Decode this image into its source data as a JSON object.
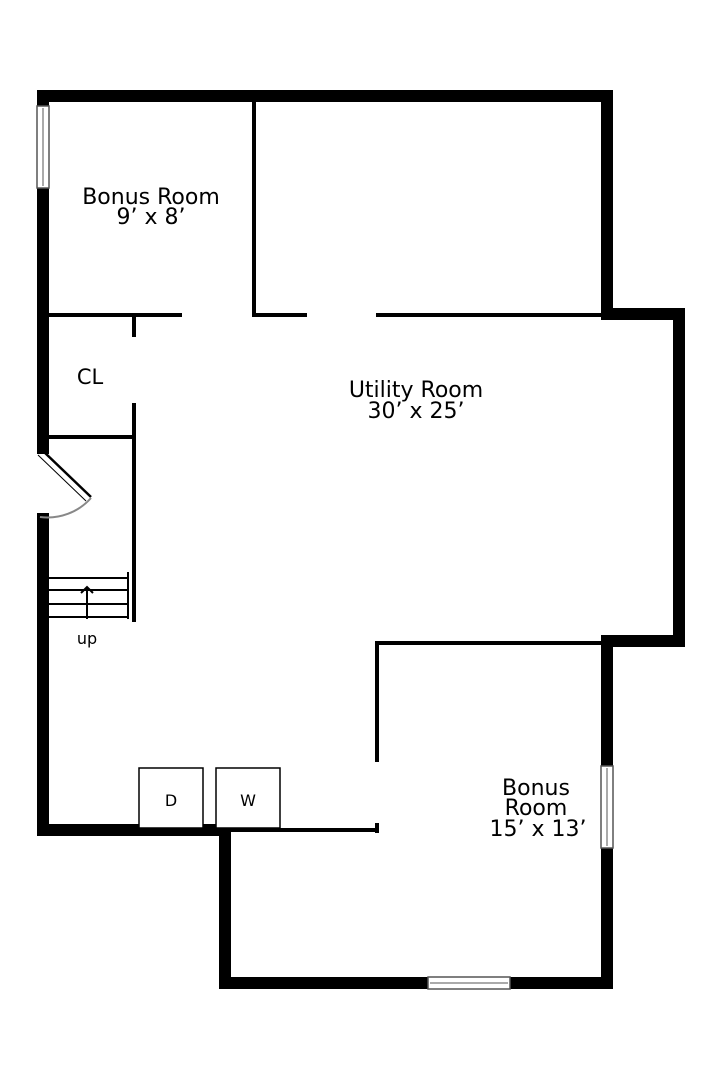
{
  "rooms": {
    "bonus_room_top": {
      "name": "Bonus Room",
      "dims": "9’ x 8’"
    },
    "closet": {
      "name": "CL"
    },
    "utility_room": {
      "name": "Utility Room",
      "dims": "30’ x 25’"
    },
    "bonus_room_bottom": {
      "line1": "Bonus",
      "line2": "Room",
      "dims": "15’ x 13’"
    }
  },
  "stairs": {
    "label": "up"
  },
  "appliances": {
    "dryer": "D",
    "washer": "W"
  },
  "colors": {
    "wall": "#000000",
    "door_swing": "#888888",
    "window_frame": "#555555",
    "background": "#ffffff"
  }
}
